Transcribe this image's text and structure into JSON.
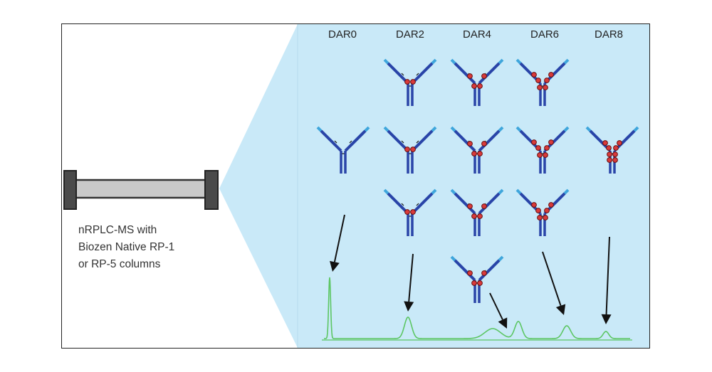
{
  "caption": {
    "lines": [
      "nRPLC-MS with",
      "Biozen Native RP-1",
      "or RP-5 columns"
    ]
  },
  "columns": [
    "DAR0",
    "DAR2",
    "DAR4",
    "DAR6",
    "DAR8"
  ],
  "colors": {
    "panel_fill": "#c9e9f8",
    "antibody_heavy": "#2a44a8",
    "antibody_light": "#3fa6dc",
    "drug": "#d93a3a",
    "chromatogram": "#5cc663",
    "arrow": "#111111",
    "column_body": "#c9c9c9",
    "column_cap": "#4a4a4a"
  },
  "antibodies": [
    {
      "col": 1,
      "row": 0,
      "drugs": 2
    },
    {
      "col": 2,
      "row": 0,
      "drugs": 4
    },
    {
      "col": 3,
      "row": 0,
      "drugs": 6
    },
    {
      "col": 1,
      "row": 1,
      "drugs": 2
    },
    {
      "col": 2,
      "row": 1,
      "drugs": 4
    },
    {
      "col": 3,
      "row": 1,
      "drugs": 6
    },
    {
      "col": 0,
      "row": 1,
      "drugs": 0
    },
    {
      "col": 4,
      "row": 1,
      "drugs": 8
    },
    {
      "col": 1,
      "row": 2,
      "drugs": 2
    },
    {
      "col": 2,
      "row": 2,
      "drugs": 4
    },
    {
      "col": 3,
      "row": 2,
      "drugs": 6
    },
    {
      "col": 2,
      "row": 3,
      "drugs": 4
    }
  ]
}
